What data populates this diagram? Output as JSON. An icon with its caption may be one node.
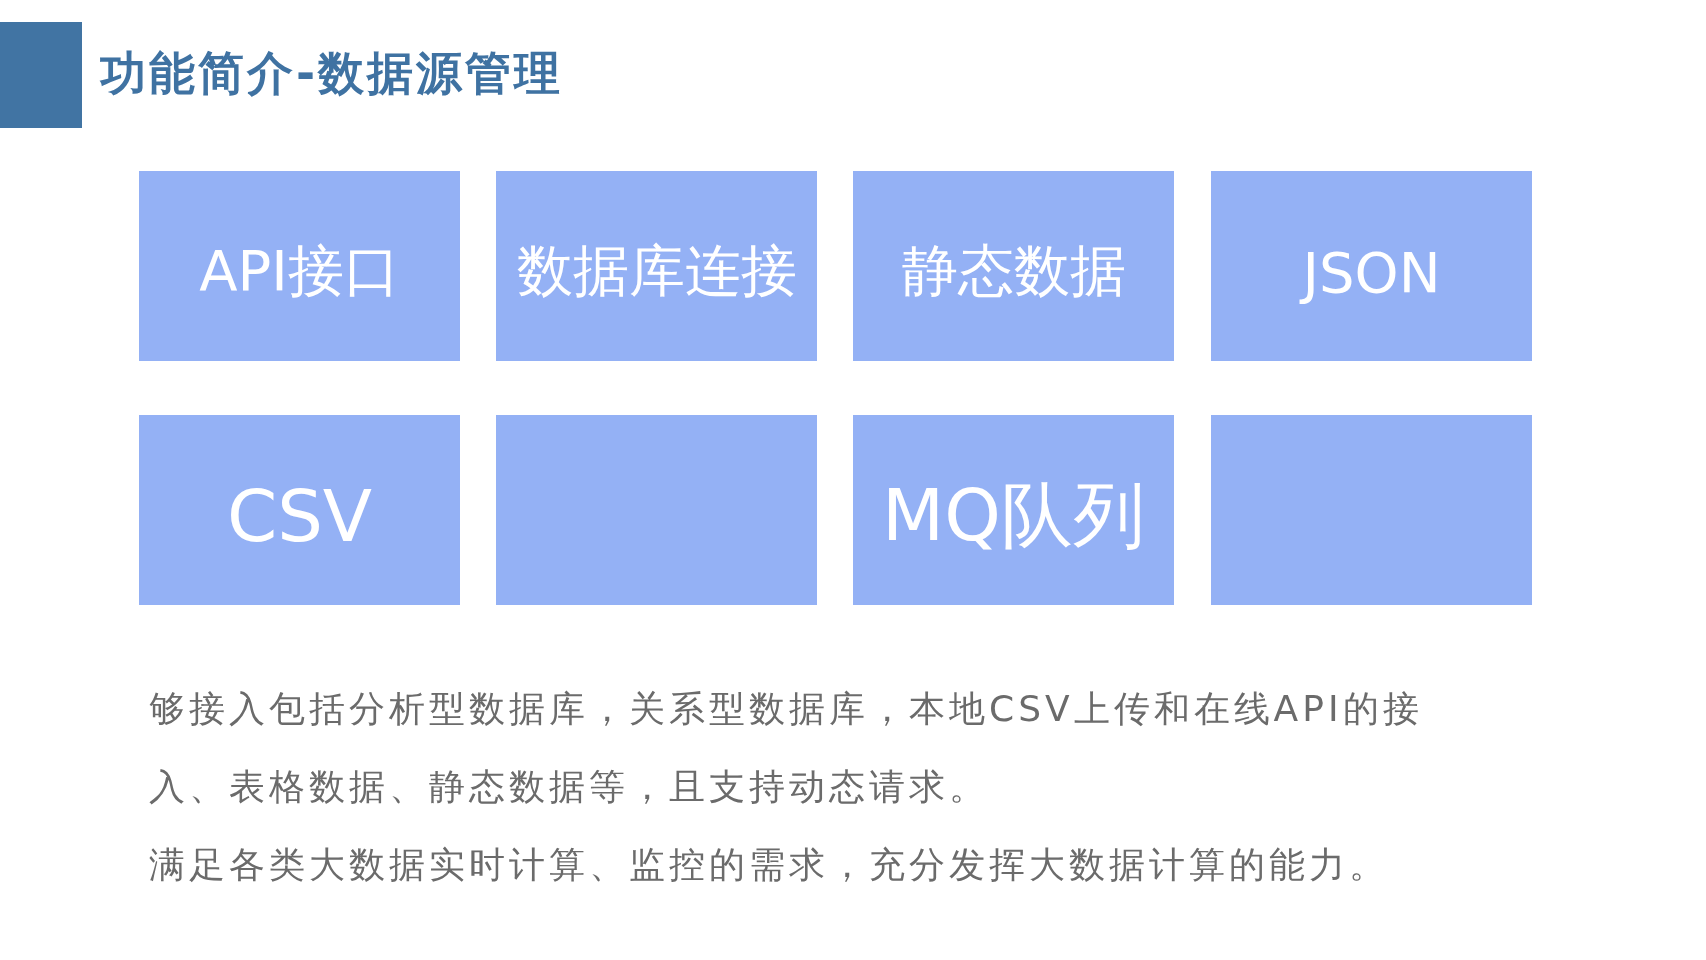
{
  "diagram": {
    "title": "功能简介-数据源管理",
    "nodes": [
      {
        "text": [
          "API接口"
        ]
      },
      {
        "text": [
          "数据库连接"
        ]
      },
      {
        "text": [
          "静态数据"
        ]
      },
      {
        "text": [
          "JSON"
        ]
      },
      {
        "text": [
          "CSV"
        ]
      },
      {
        "text": [],
        "shape": "box"
      },
      {
        "text": [
          "MQ队列"
        ]
      },
      {
        "text": [],
        "shape": "box"
      }
    ],
    "edges": [],
    "labels": [
      "够接入包括分析型数据库，关系型数据库，本地CSV上传和在线API的接入、表格数据、静态数据等，且支持动态请求。",
      "满足各类大数据实时计算、监控的需求，充分发挥大数据计算的能力。"
    ]
  }
}
